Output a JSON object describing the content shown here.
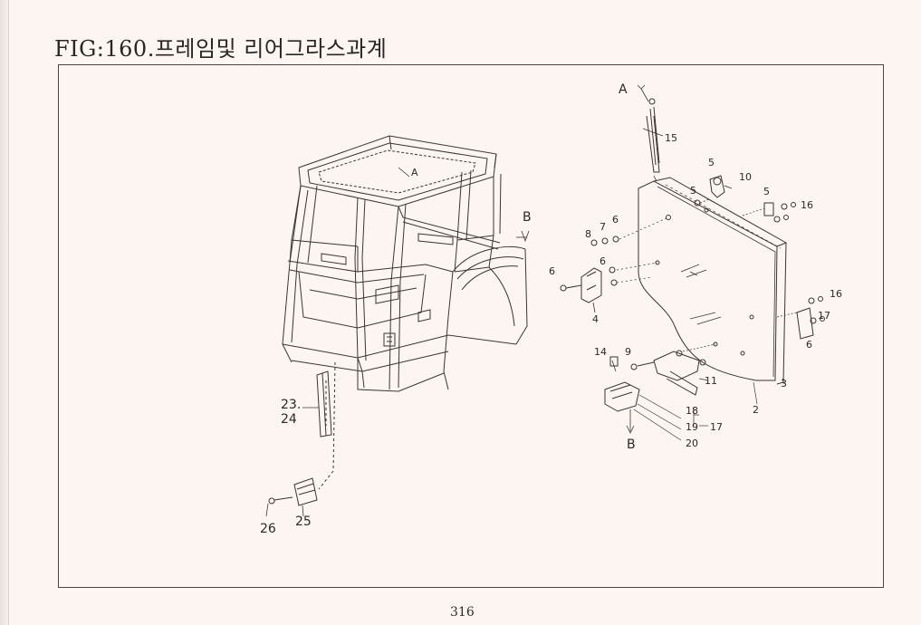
{
  "figure": {
    "title": "FIG:160.프레임및 리어그라스과계"
  },
  "page": {
    "number": "316"
  },
  "callouts": {
    "A_top": "A",
    "A_cab": "A",
    "B_cab": "B",
    "B_bottom": "B",
    "c15": "15",
    "c5a": "5",
    "c10": "10",
    "c5b": "5",
    "c5c": "5",
    "c16a": "16",
    "c8": "8",
    "c7": "7",
    "c6a": "6",
    "c6b": "6",
    "c6c": "6",
    "c4": "4",
    "c16b": "16",
    "c17a": "17",
    "c6d": "6",
    "c3": "3",
    "c2": "2",
    "c14": "14",
    "c9": "9",
    "c11": "11",
    "c18": "18",
    "c19": "19",
    "c17b": "17",
    "c20": "20",
    "c23": "23.",
    "c24": "24",
    "c26": "26",
    "c25": "25"
  }
}
